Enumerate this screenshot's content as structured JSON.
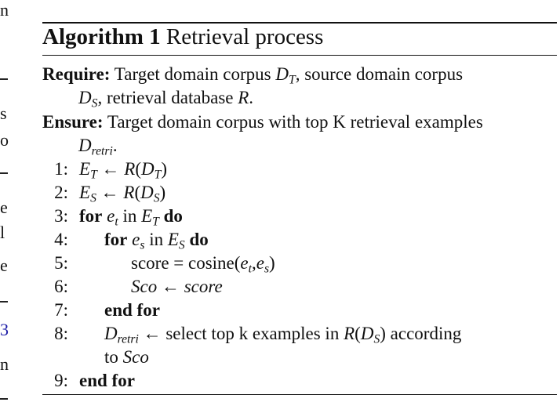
{
  "margin_fragments": [
    "n",
    "s",
    "o",
    "e",
    "l",
    "e",
    "3",
    "n"
  ],
  "algorithm": {
    "title_label": "Algorithm 1",
    "title_text": "Retrieval process",
    "require_label": "Require:",
    "require_text": "Target domain corpus",
    "ensure_label": "Ensure:",
    "ensure_text_line1": "Target domain corpus with top K retrieval examples",
    "steps": [
      {
        "num": "1:"
      },
      {
        "num": "2:"
      },
      {
        "num": "3:",
        "keyword": "for",
        "keyword_end": "do",
        "text": "in"
      },
      {
        "num": "4:",
        "keyword": "for",
        "keyword_end": "do",
        "text": "in"
      },
      {
        "num": "5:",
        "text": "score = cosine("
      },
      {
        "num": "6:"
      },
      {
        "num": "7:",
        "keyword": "end for"
      },
      {
        "num": "8:",
        "text": "← select top k examples in",
        "text_tail": "according",
        "cont": "to"
      },
      {
        "num": "9:",
        "keyword": "end for"
      }
    ]
  }
}
